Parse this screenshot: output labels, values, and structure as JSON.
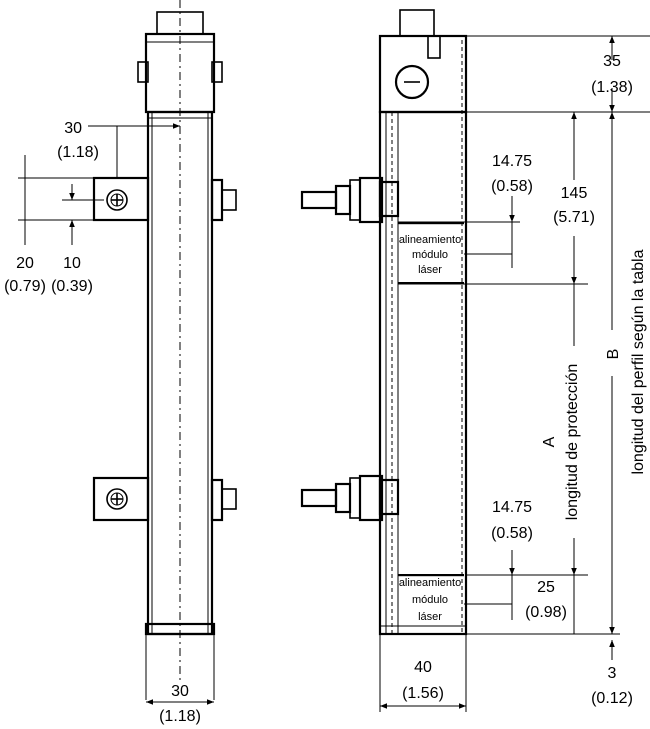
{
  "dims": {
    "d30_top": "30",
    "d30_top_in": "(1.18)",
    "d20": "20",
    "d20_in": "(0.79)",
    "d10": "10",
    "d10_in": "(0.39)",
    "d30_bottom": "30",
    "d30_bottom_in": "(1.18)",
    "d35": "35",
    "d35_in": "(1.38)",
    "d1475_top": "14.75",
    "d1475_top_in": "(0.58)",
    "d145": "145",
    "d145_in": "(5.71)",
    "d1475_bot": "14.75",
    "d1475_bot_in": "(0.58)",
    "d25": "25",
    "d25_in": "(0.98)",
    "d40": "40",
    "d40_in": "(1.56)",
    "d3": "3",
    "d3_in": "(0.12)"
  },
  "labels": {
    "align_top_1": "alineamiento",
    "align_top_2": "módulo",
    "align_top_3": "láser",
    "align_bot_1": "alineamiento",
    "align_bot_2": "módulo",
    "align_bot_3": "láser",
    "a_letter": "A",
    "a_text": "longitud de protección",
    "b_letter": "B",
    "b_text": "longitud del perfil según la tabla"
  }
}
